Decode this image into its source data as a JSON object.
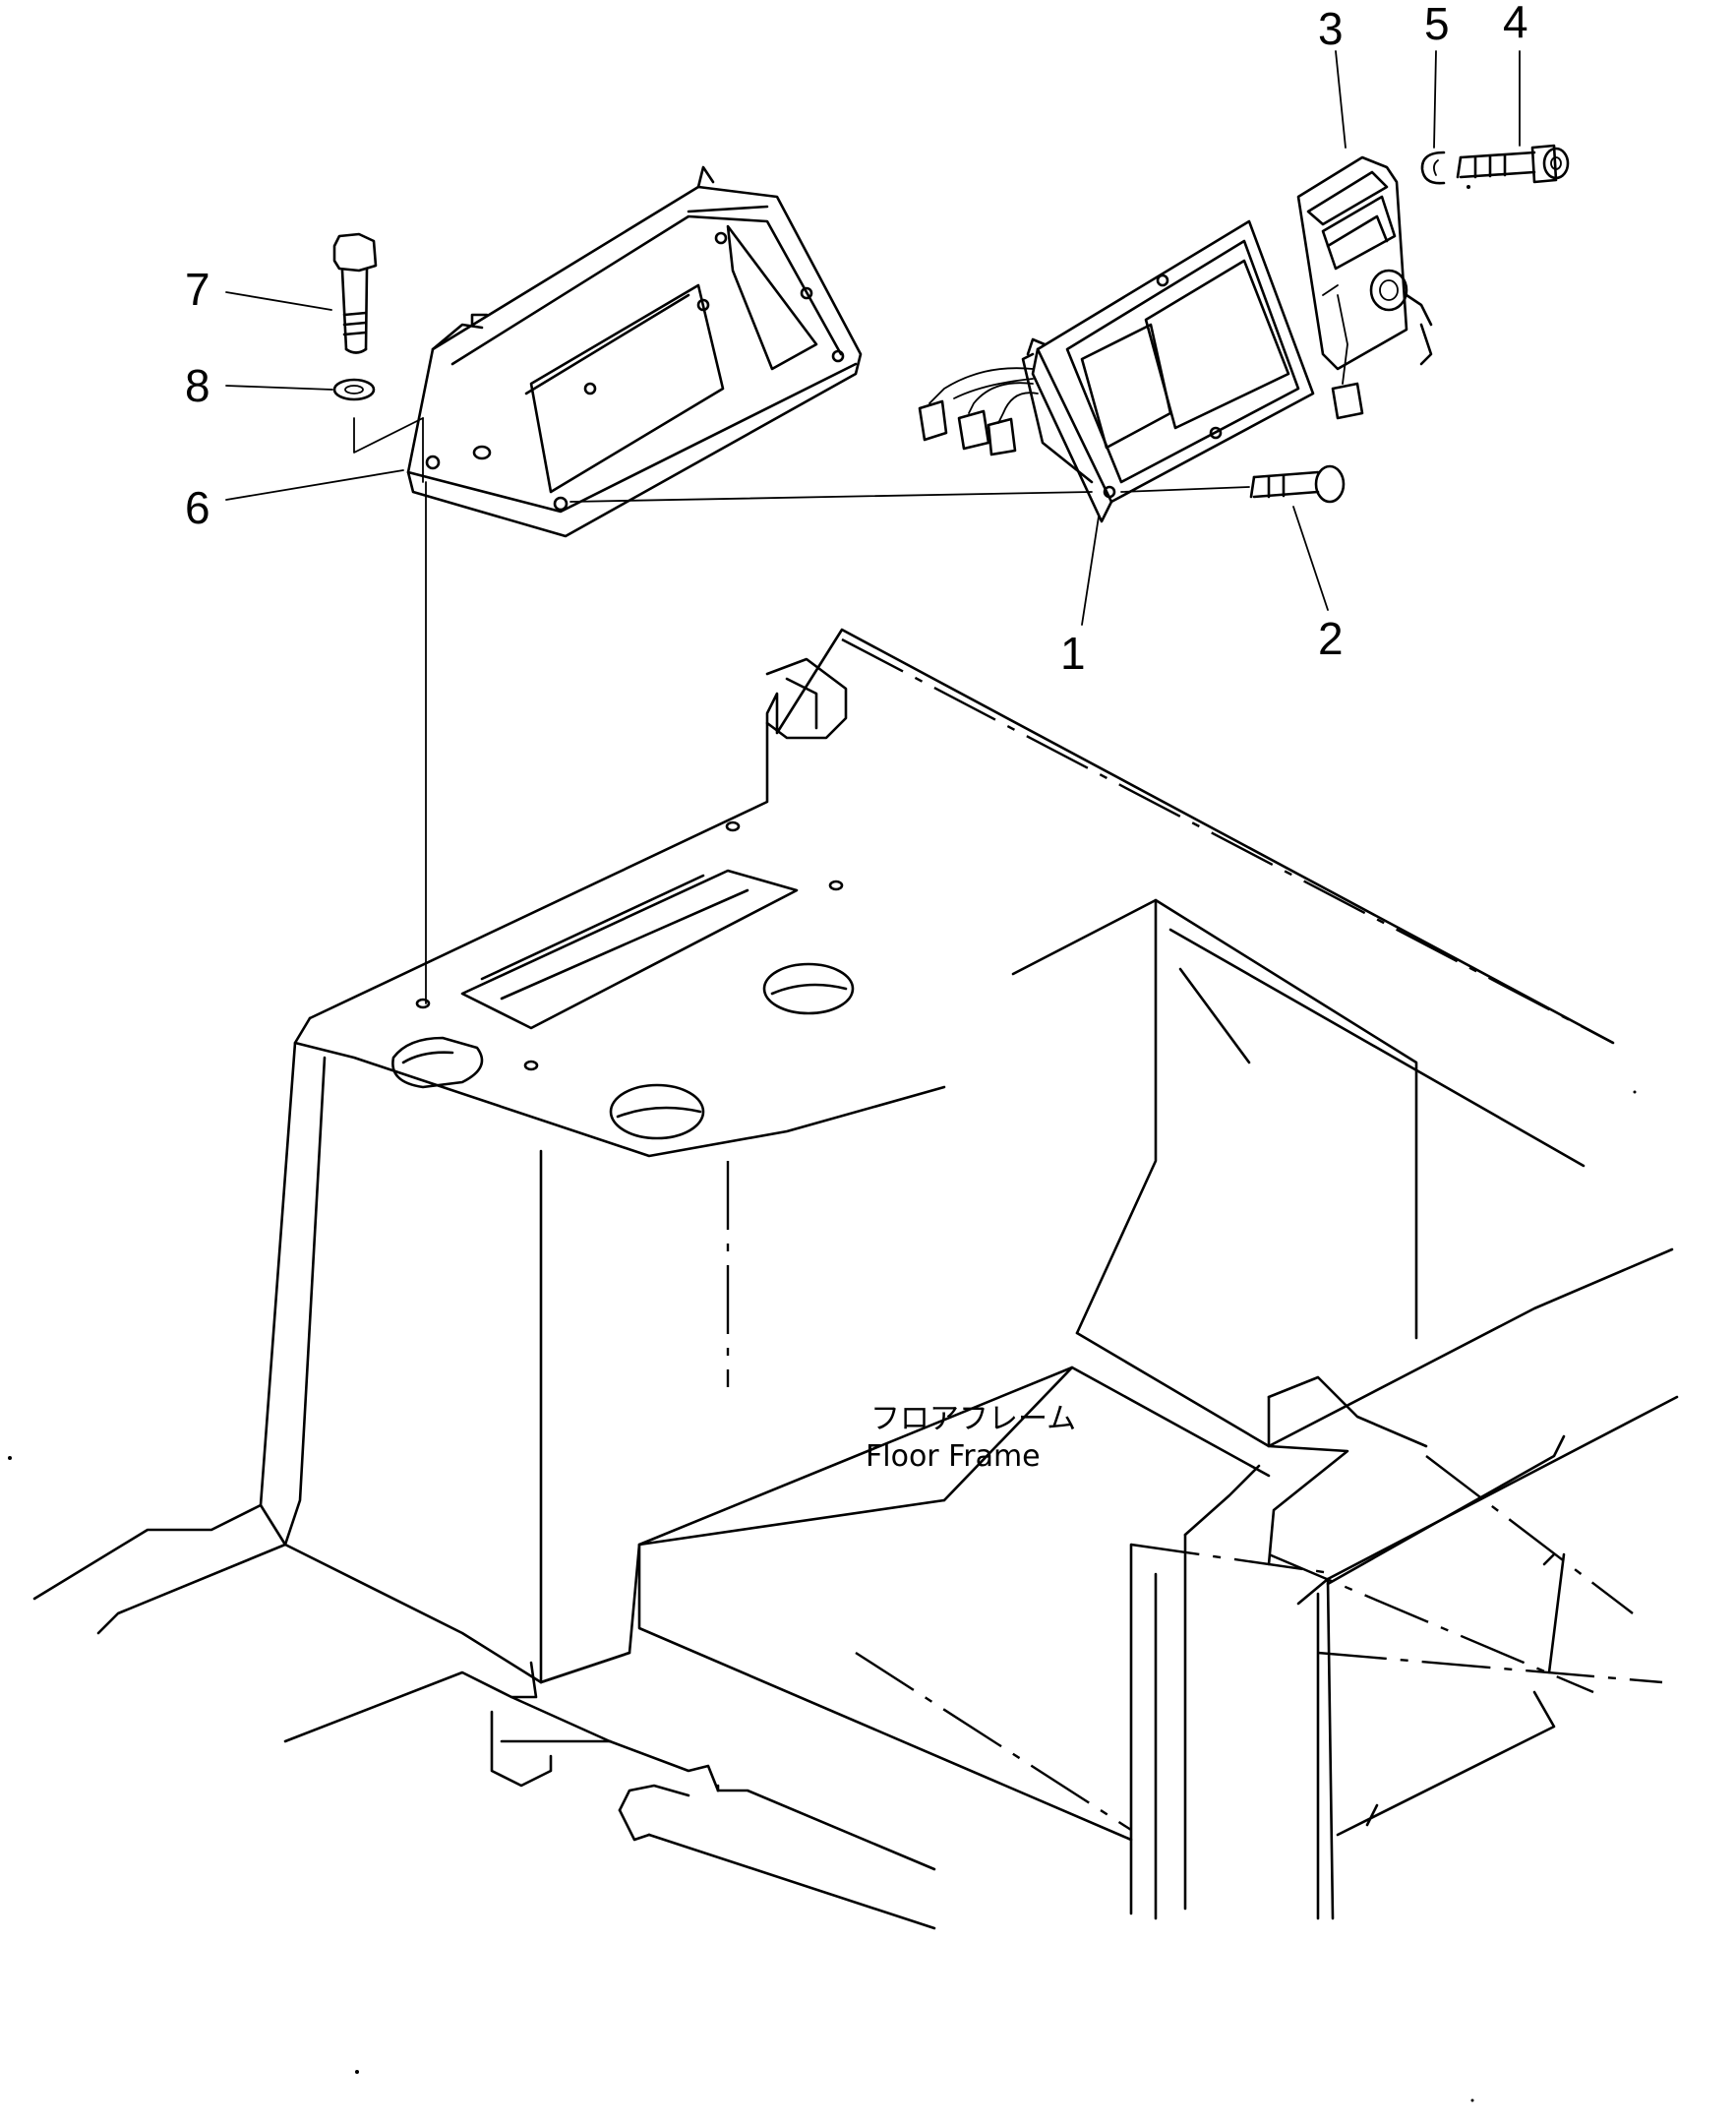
{
  "callouts": [
    {
      "id": "1",
      "text": "1"
    },
    {
      "id": "2",
      "text": "2"
    },
    {
      "id": "3",
      "text": "3"
    },
    {
      "id": "4",
      "text": "4"
    },
    {
      "id": "5",
      "text": "5"
    },
    {
      "id": "6",
      "text": "6"
    },
    {
      "id": "7",
      "text": "7"
    },
    {
      "id": "8",
      "text": "8"
    }
  ],
  "labels": {
    "floor_frame_jp": "フロアフレーム",
    "floor_frame_en": "Floor Frame"
  }
}
